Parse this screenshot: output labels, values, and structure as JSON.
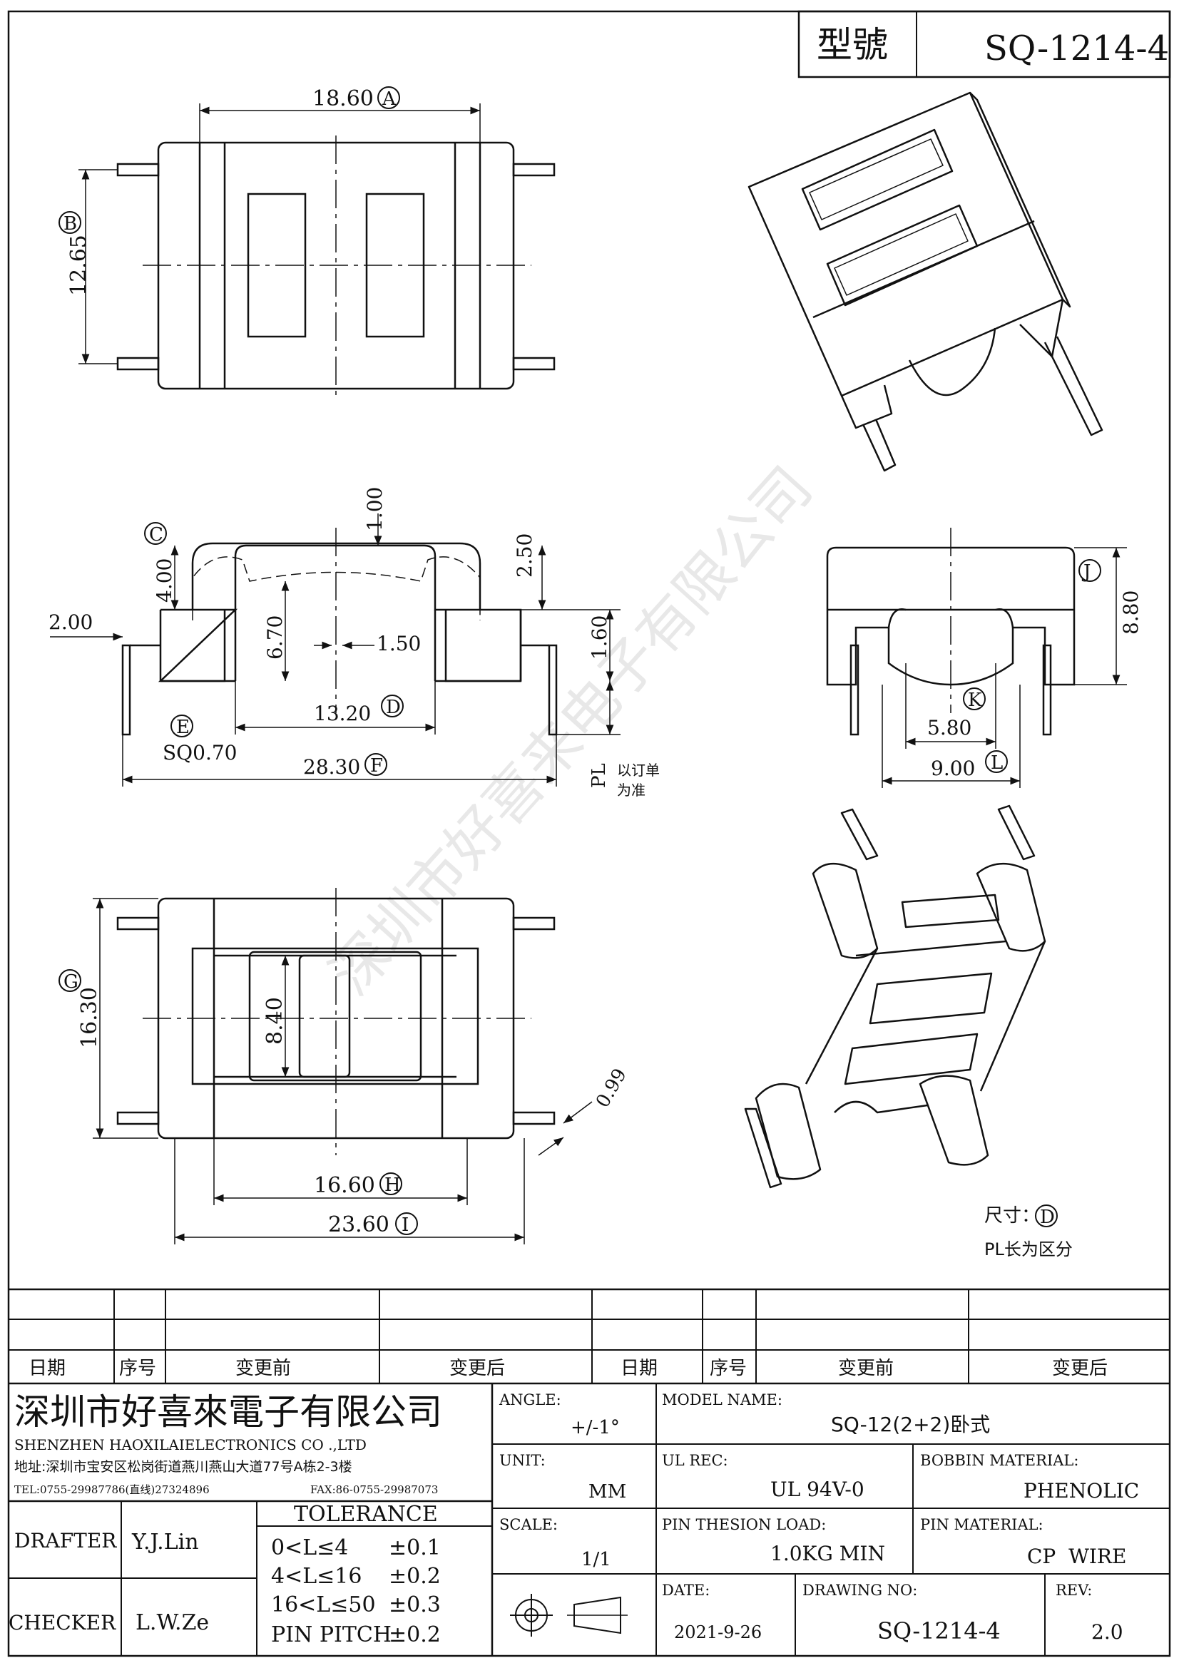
{
  "header": {
    "model_label": "型號",
    "model_value": "SQ-1214-4"
  },
  "dimensions": {
    "top_width": "18.60",
    "top_height": "12.65",
    "side_c": "4.00",
    "side_top": "1.00",
    "side_right_step": "2.50",
    "side_inner_h": "6.70",
    "side_slot": "1.50",
    "side_span": "13.20",
    "side_pin_h": "1.60",
    "side_left": "2.00",
    "pin_sq": "SQ0.70",
    "overall": "28.30",
    "pl": "PL",
    "end_h": "8.80",
    "end_inner": "5.80",
    "end_w": "9.00",
    "bottom_h": "16.30",
    "bottom_inner": "8.40",
    "pin_dia": "0.99",
    "bottom_inner_w": "16.60",
    "bottom_w": "23.60"
  },
  "callouts": {
    "A": "A",
    "B": "B",
    "C": "C",
    "D": "D",
    "E": "E",
    "F": "F",
    "G": "G",
    "H": "H",
    "I": "I",
    "J": "J",
    "K": "K",
    "L": "L"
  },
  "notes": {
    "pl_note_1": "以订单",
    "pl_note_2": "为准",
    "size_label": "尺寸：",
    "size_ref": "D",
    "pl_rule": "PL长为区分"
  },
  "watermark": "深圳市好喜来电子有限公司",
  "revision_table": {
    "headers": [
      "日期",
      "序号",
      "变更前",
      "变更后",
      "日期",
      "序号",
      "变更前",
      "变更后"
    ]
  },
  "company": {
    "name_cn": "深圳市好喜來電子有限公司",
    "name_en": "SHENZHEN HAOXILAIELECTRONICS CO .,LTD",
    "address": "地址:深圳市宝安区松岗街道燕川燕山大道77号A栋2-3楼",
    "tel": "TEL:0755-29987786(直线)27324896",
    "fax": "FAX:86-0755-29987073"
  },
  "title_block": {
    "angle_label": "ANGLE:",
    "angle_value": "+/-1°",
    "model_name_label": "MODEL NAME:",
    "model_name_value": "SQ-12(2+2)卧式",
    "unit_label": "UNIT:",
    "unit_value": "MM",
    "ul_rec_label": "UL REC:",
    "ul_rec_value": "UL 94V-0",
    "bobbin_label": "BOBBIN MATERIAL:",
    "bobbin_value": "PHENOLIC",
    "scale_label": "SCALE:",
    "scale_value": "1/1",
    "pin_load_label": "PIN THESION LOAD:",
    "pin_load_value": "1.0KG MIN",
    "pin_mat_label": "PIN MATERIAL:",
    "pin_mat_value": "CP  WIRE",
    "date_label": "DATE:",
    "date_value": "2021-9-26",
    "drawing_label": "DRAWING NO:",
    "drawing_value": "SQ-1214-4",
    "rev_label": "REV:",
    "rev_value": "2.0",
    "drafter_label": "DRAFTER",
    "drafter_value": "Y.J.Lin",
    "checker_label": "CHECKER",
    "checker_value": "L.W.Ze",
    "tolerance_title": "TOLERANCE",
    "tolerances": [
      {
        "range": "0<L≤4",
        "value": "±0.1"
      },
      {
        "range": "4<L≤16",
        "value": "±0.2"
      },
      {
        "range": "16<L≤50",
        "value": "±0.3"
      },
      {
        "range": "PIN PITCH",
        "value": "±0.2"
      }
    ]
  }
}
